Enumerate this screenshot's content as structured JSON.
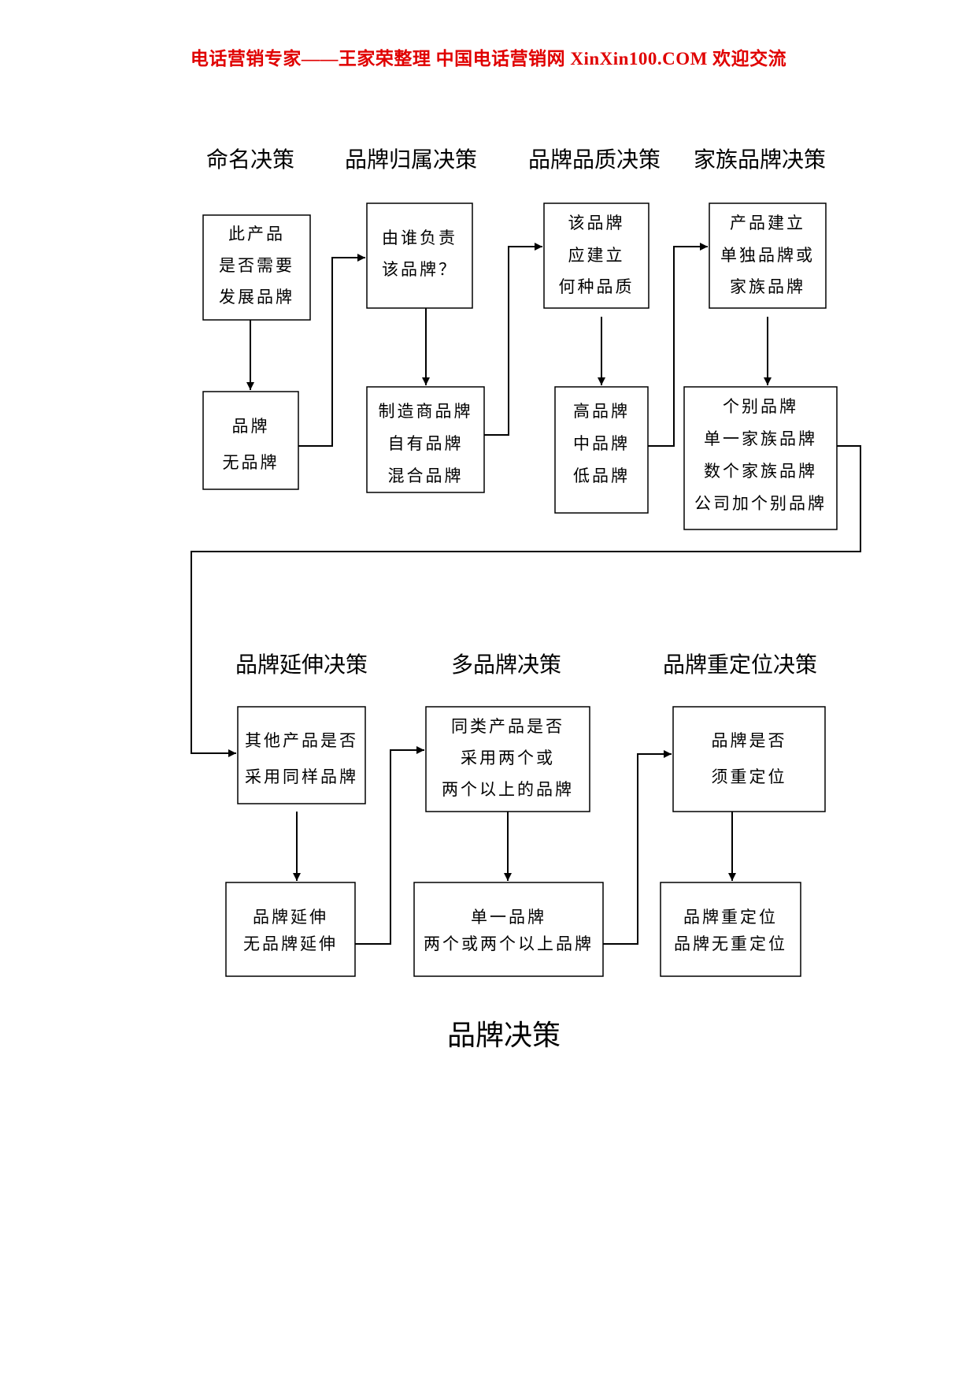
{
  "header": "电话营销专家——王家荣整理 中国电话营销网 XinXin100.COM 欢迎交流",
  "caption": "品牌决策",
  "headings": [
    "命名决策",
    "品牌归属决策",
    "品牌品质决策",
    "家族品牌决策",
    "品牌延伸决策",
    "多品牌决策",
    "品牌重定位决策"
  ],
  "questions": [
    [
      "此产品",
      "是否需要",
      "发展品牌"
    ],
    [
      "由谁负责",
      "该品牌？"
    ],
    [
      "该品牌",
      "应建立",
      "何种品质"
    ],
    [
      "产品建立",
      "单独品牌或",
      "家族品牌"
    ],
    [
      "其他产品是否",
      "采用同样品牌"
    ],
    [
      "同类产品是否",
      "采用两个或",
      "两个以上的品牌"
    ],
    [
      "品牌是否",
      "须重定位"
    ]
  ],
  "options": [
    [
      "品牌",
      "无品牌"
    ],
    [
      "制造商品牌",
      "自有品牌",
      "混合品牌"
    ],
    [
      "高品牌",
      "中品牌",
      "低品牌"
    ],
    [
      "个别品牌",
      "单一家族品牌",
      "数个家族品牌",
      "公司加个别品牌"
    ],
    [
      "品牌延伸",
      "无品牌延伸"
    ],
    [
      "单一品牌",
      "两个或两个以上品牌"
    ],
    [
      "品牌重定位",
      "品牌无重定位"
    ]
  ]
}
